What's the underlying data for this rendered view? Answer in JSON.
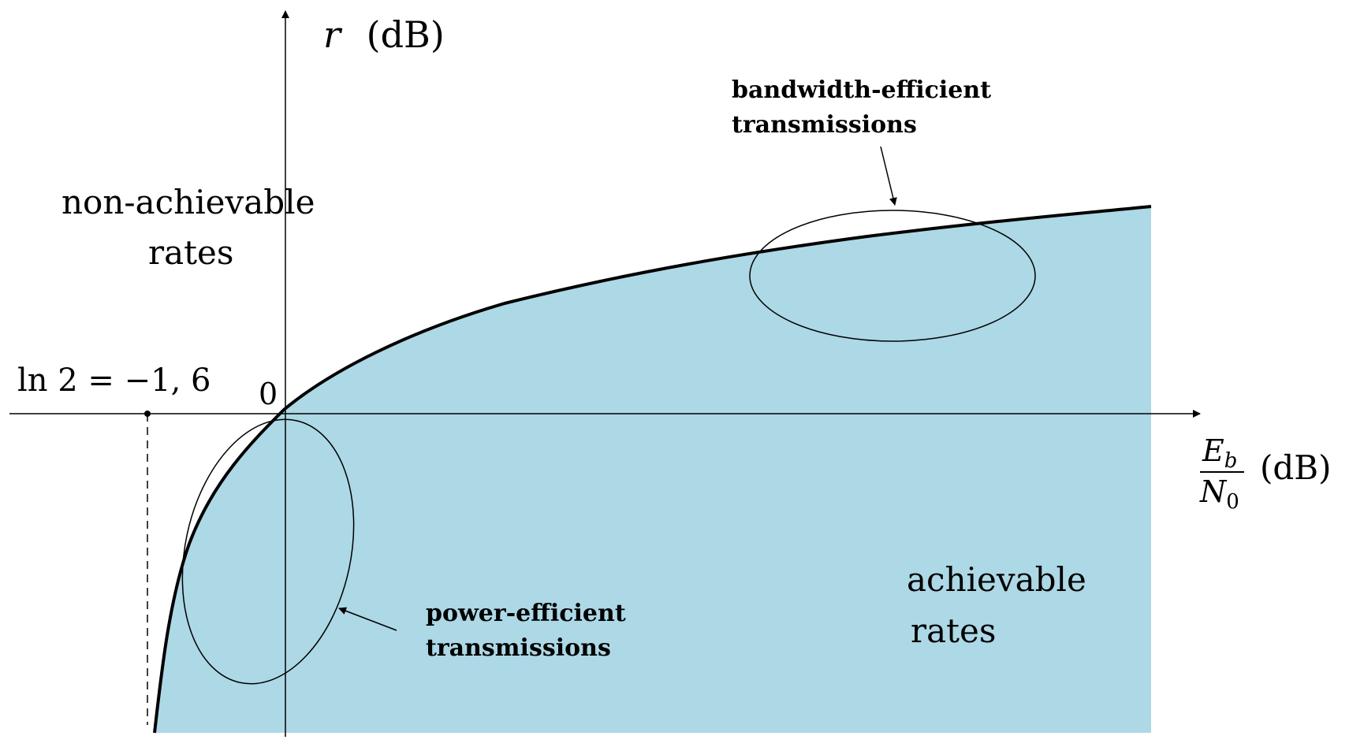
{
  "axes": {
    "y_label_var": "r",
    "y_label_unit": "(dB)",
    "x_label_numerator": "E",
    "x_label_numerator_sub": "b",
    "x_label_denominator": "N",
    "x_label_denominator_sub": "0",
    "x_label_unit": "(dB)",
    "origin_label": "0",
    "limit_label": "ln 2 = −1, 6"
  },
  "regions": {
    "non_achievable_line1": "non-achievable",
    "non_achievable_line2": "rates",
    "achievable_line1": "achievable",
    "achievable_line2": "rates"
  },
  "annotations": {
    "bandwidth_line1": "bandwidth-efficient",
    "bandwidth_line2": "transmissions",
    "power_line1": "power-efficient",
    "power_line2": "transmissions"
  },
  "colors": {
    "achievable_fill": "#add8e6",
    "stroke": "#000000"
  }
}
